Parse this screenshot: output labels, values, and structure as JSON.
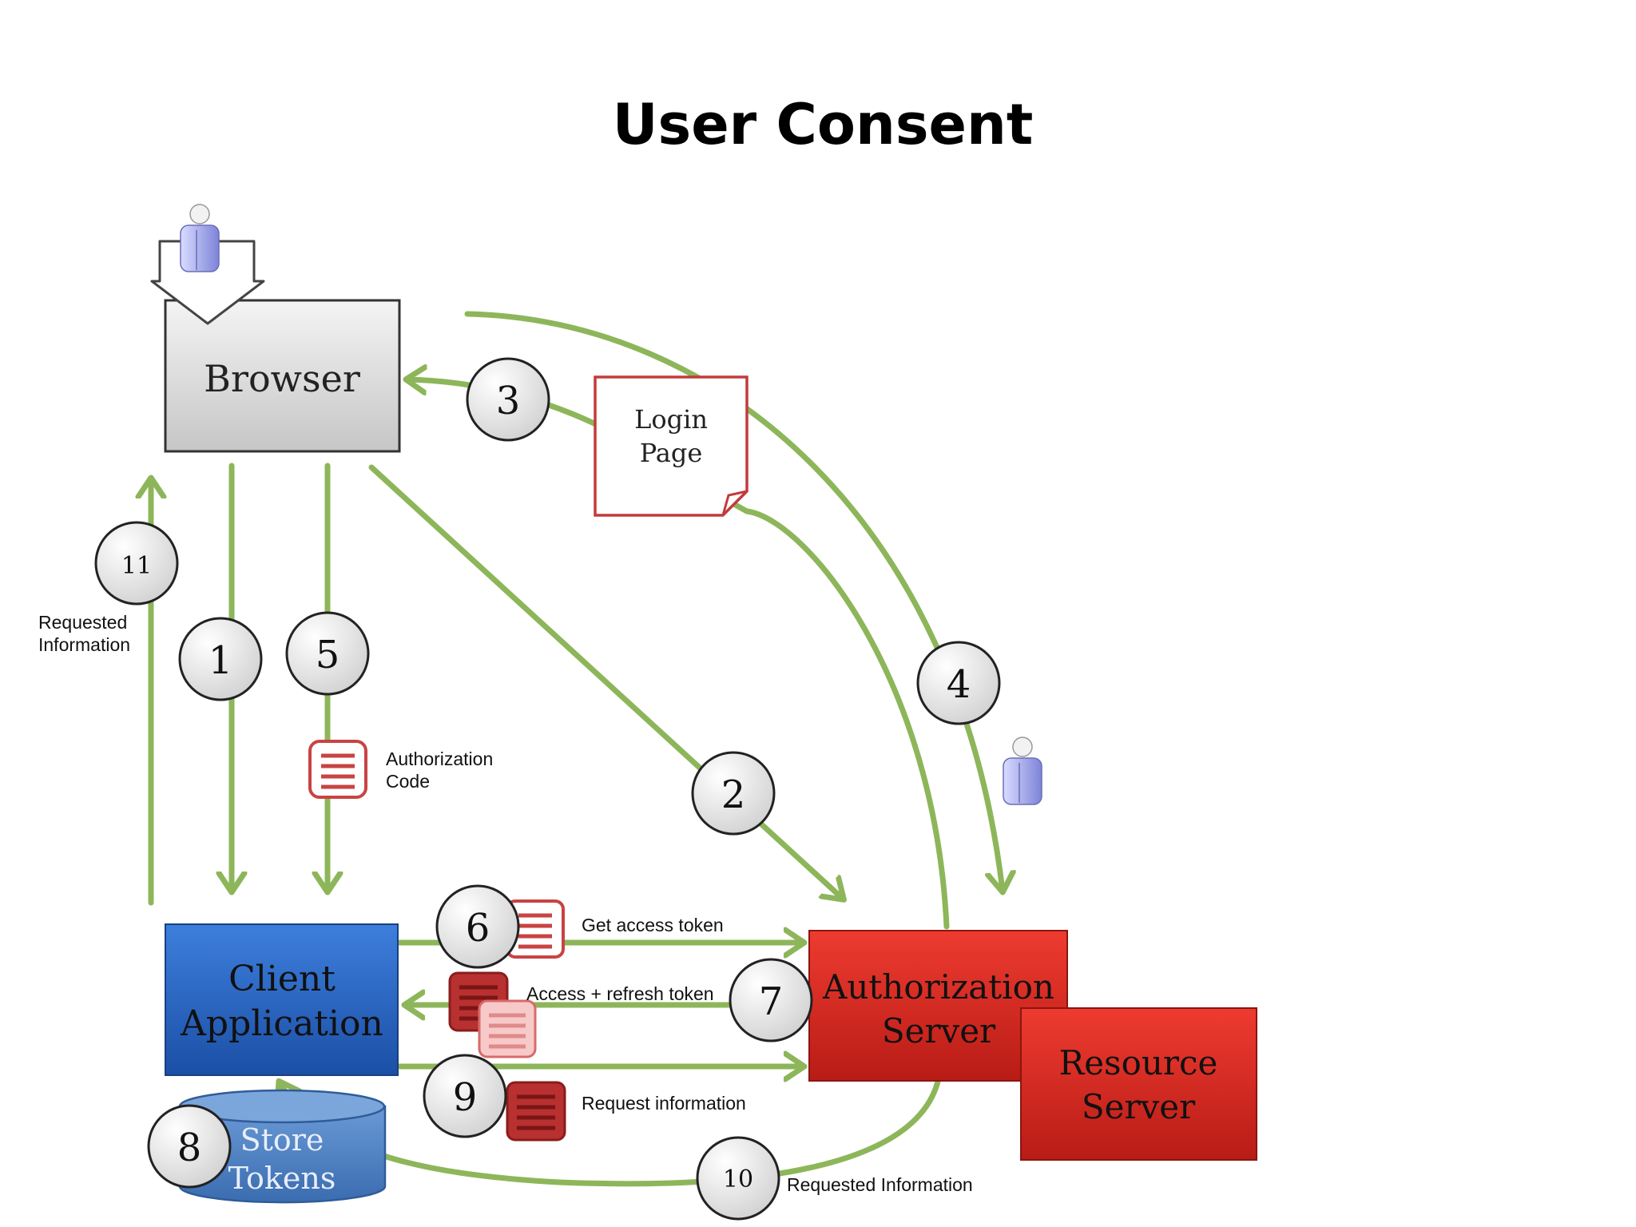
{
  "title": "User Consent",
  "boxes": {
    "browser": "Browser",
    "client_line1": "Client",
    "client_line2": "Application",
    "auth_line1": "Authorization",
    "auth_line2": "Server",
    "resource_line1": "Resource",
    "resource_line2": "Server",
    "store_line1": "Store",
    "store_line2": "Tokens",
    "login_line1": "Login",
    "login_line2": "Page"
  },
  "steps": [
    "1",
    "2",
    "3",
    "4",
    "5",
    "6",
    "7",
    "8",
    "9",
    "10",
    "11"
  ],
  "labels": {
    "requested_info_line1": "Requested",
    "requested_info_line2": "Information",
    "auth_code_line1": "Authorization",
    "auth_code_line2": "Code",
    "get_access_token": "Get access token",
    "access_refresh_token": "Access + refresh token",
    "request_information": "Request information",
    "requested_information": "Requested Information"
  },
  "colors": {
    "arrow": "#8db65a",
    "client": "#2a68c8",
    "auth": "#d92a22",
    "browser": "#d7d7d7",
    "token": "#c0392b",
    "store": "#4f86c6"
  },
  "icons": [
    "user-icon",
    "user-icon",
    "token-icon"
  ]
}
